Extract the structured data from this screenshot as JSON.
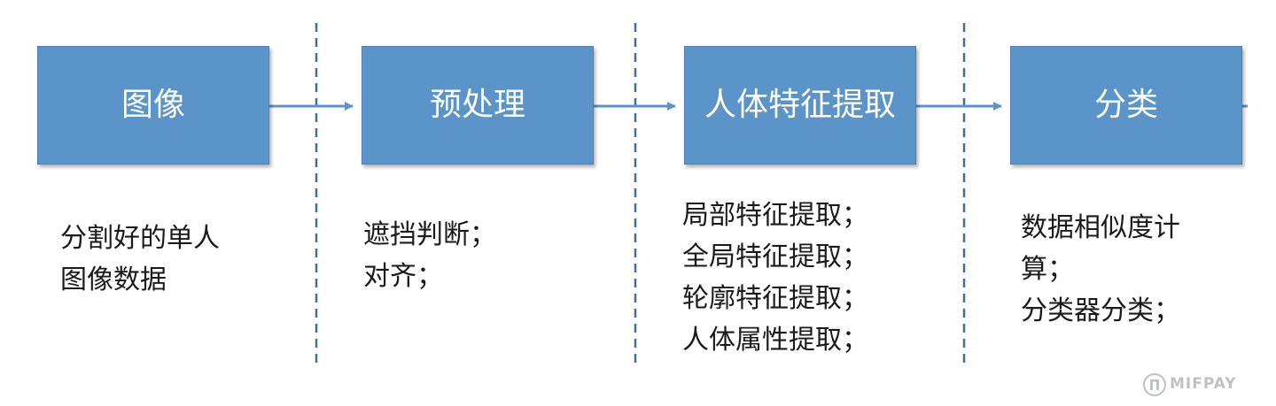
{
  "stages": [
    {
      "title": "图像",
      "description": "分割好的单人\n图像数据"
    },
    {
      "title": "预处理",
      "description": "遮挡判断；\n对齐；"
    },
    {
      "title": "人体特征提取",
      "description": "局部特征提取；\n全局特征提取；\n轮廓特征提取；\n人体属性提取；"
    },
    {
      "title": "分类",
      "description": "数据相似度计\n算；\n分类器分类；"
    }
  ],
  "watermark": {
    "text": "MIFPAY"
  },
  "colors": {
    "box_fill": "#5b94c9",
    "arrow": "#5b94c9",
    "separator": "#3f6d9c"
  }
}
